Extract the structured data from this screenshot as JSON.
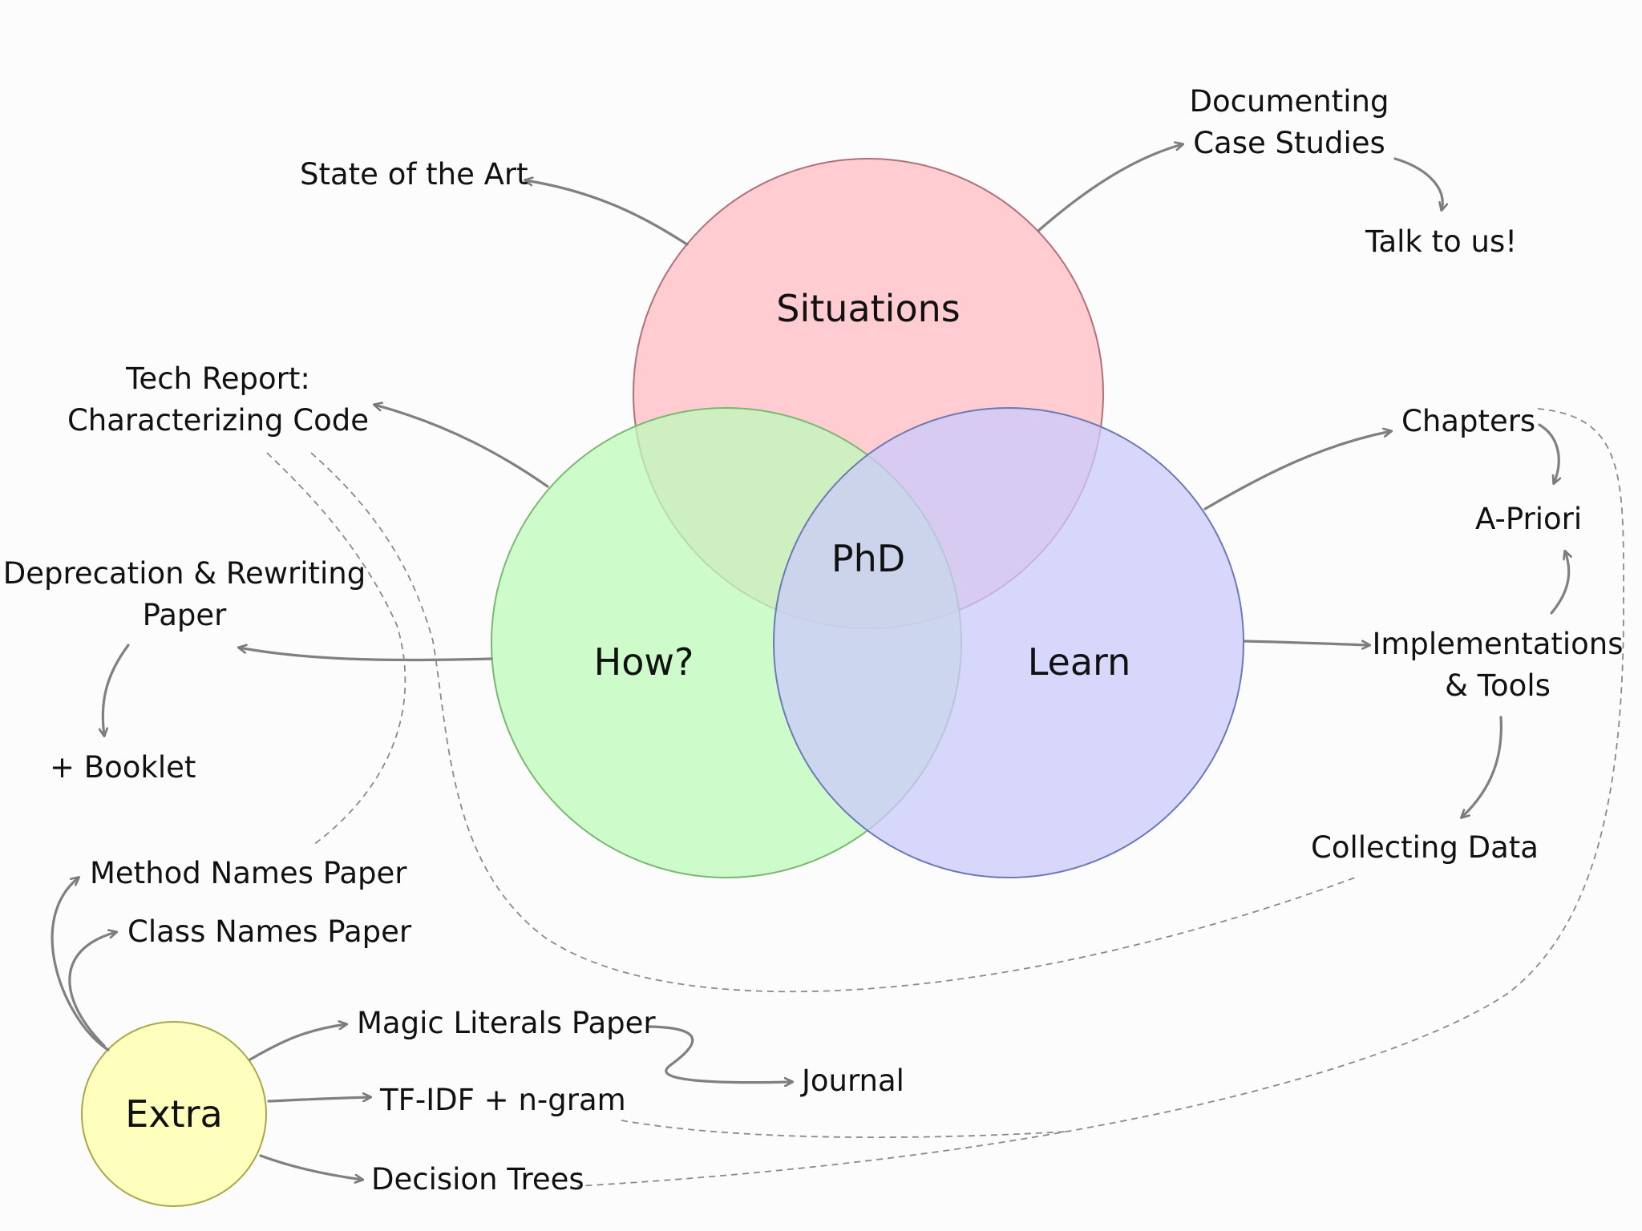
{
  "colors": {
    "situations": "#ffc7cc",
    "how": "#bdfcb9",
    "learn": "#cbcbfb",
    "extra": "#fefebd",
    "arrow": "#808080",
    "text": "#111111"
  },
  "circles": {
    "situations": "Situations",
    "how": "How?",
    "learn": "Learn",
    "center": "PhD",
    "extra": "Extra"
  },
  "labels": {
    "state_of_art": "State of the Art",
    "documenting_1": "Documenting",
    "documenting_2": "Case Studies",
    "talk_to_us": "Talk to us!",
    "tech_report_1": "Tech Report:",
    "tech_report_2": "Characterizing Code",
    "deprecation_1": "Deprecation & Rewriting",
    "deprecation_2": "Paper",
    "booklet": "+ Booklet",
    "chapters": "Chapters",
    "a_priori": "A-Priori",
    "implementations_1": "Implementations",
    "implementations_2": "& Tools",
    "collecting_data": "Collecting Data",
    "method_names": "Method Names Paper",
    "class_names": "Class Names Paper",
    "magic_literals": "Magic Literals Paper",
    "journal": "Journal",
    "tfidf": "TF-IDF + n-gram",
    "decision_trees": "Decision Trees"
  }
}
